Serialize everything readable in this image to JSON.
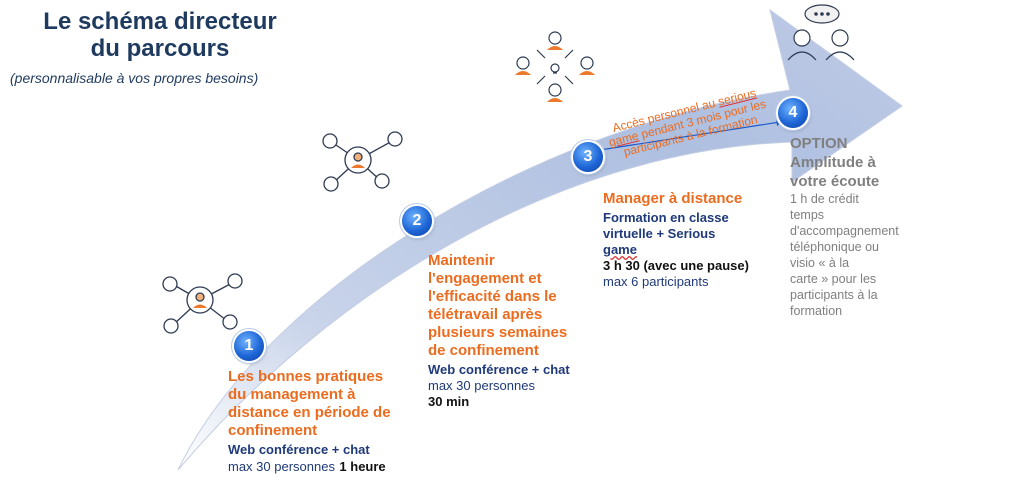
{
  "header": {
    "title_line1": "Le schéma directeur",
    "title_line2": "du parcours",
    "subtitle": "(personnalisable à vos propres besoins)"
  },
  "colors": {
    "title": "#1f3a5f",
    "step_heading": "#ec6c1f",
    "format_text": "#1f3a7a",
    "option_text": "#7f7f7f",
    "arrow": "#c9d4ea",
    "step_badge": "#1e66d6"
  },
  "icons": {
    "step1": "people-network-icon",
    "step2": "people-network-icon",
    "step3": "team-ideas-icon",
    "step4": "conversation-icon"
  },
  "steps": [
    {
      "number": "1",
      "heading": [
        "Les bonnes pratiques",
        "du management à",
        "distance en période de",
        "confinement"
      ],
      "format": "Web conférence + chat",
      "capacity": "max 30 personnes",
      "duration": "1 heure"
    },
    {
      "number": "2",
      "heading": [
        "Maintenir",
        "l'engagement et",
        "l'efficacité dans le",
        "télétravail après",
        "plusieurs semaines",
        "de confinement"
      ],
      "format": "Web conférence + chat",
      "capacity": "max 30 personnes",
      "duration": "30 min"
    },
    {
      "number": "3",
      "heading": [
        "Manager à distance"
      ],
      "format": [
        "Formation en classe",
        "virtuelle + Serious",
        "game"
      ],
      "duration": "3 h 30 (avec une pause)",
      "capacity": "max 6 participants"
    },
    {
      "number": "4",
      "heading": [
        "OPTION",
        "Amplitude à",
        "votre écoute"
      ],
      "details": [
        "1 h de crédit",
        "temps",
        "d'accompagnement",
        "téléphonique ou",
        "visio « à la",
        "carte » pour les",
        "participants à la",
        "formation"
      ]
    }
  ],
  "annotation": {
    "line1_a": "Accès personnel au ",
    "line1_b": "serious",
    "line2_a": "game",
    "line2_b": " pendant 3 mois pour les",
    "line3": "participants à la formation"
  }
}
